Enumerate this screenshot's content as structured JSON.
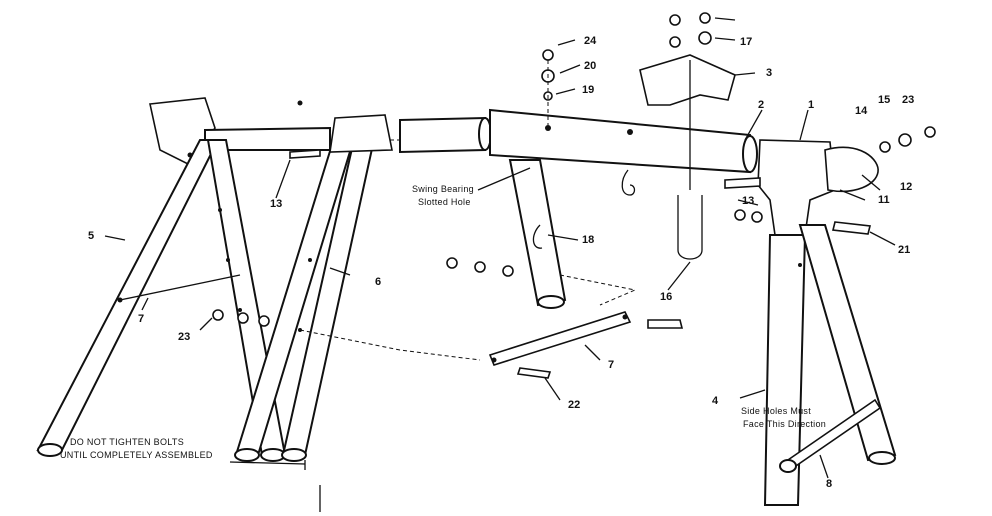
{
  "labels": {
    "p1": "1",
    "p2": "2",
    "p3": "3",
    "p4": "4",
    "p5": "5",
    "p6": "6",
    "p7a": "7",
    "p7b": "7",
    "p8": "8",
    "p11": "11",
    "p12": "12",
    "p13a": "13",
    "p13b": "13",
    "p14": "14",
    "p15": "15",
    "p16": "16",
    "p17": "17",
    "p18": "18",
    "p19": "19",
    "p20": "20",
    "p21": "21",
    "p22": "22",
    "p23a": "23",
    "p23b": "23",
    "p24": "24"
  },
  "notes": {
    "swing_bearing_line1": "Swing Bearing",
    "swing_bearing_line2": "Slotted Hole",
    "side_holes_line1": "Side Holes Must",
    "side_holes_line2": "Face This Direction",
    "tighten_line1": "DO NOT TIGHTEN BOLTS",
    "tighten_line2": "UNTIL COMPLETELY ASSEMBLED"
  }
}
